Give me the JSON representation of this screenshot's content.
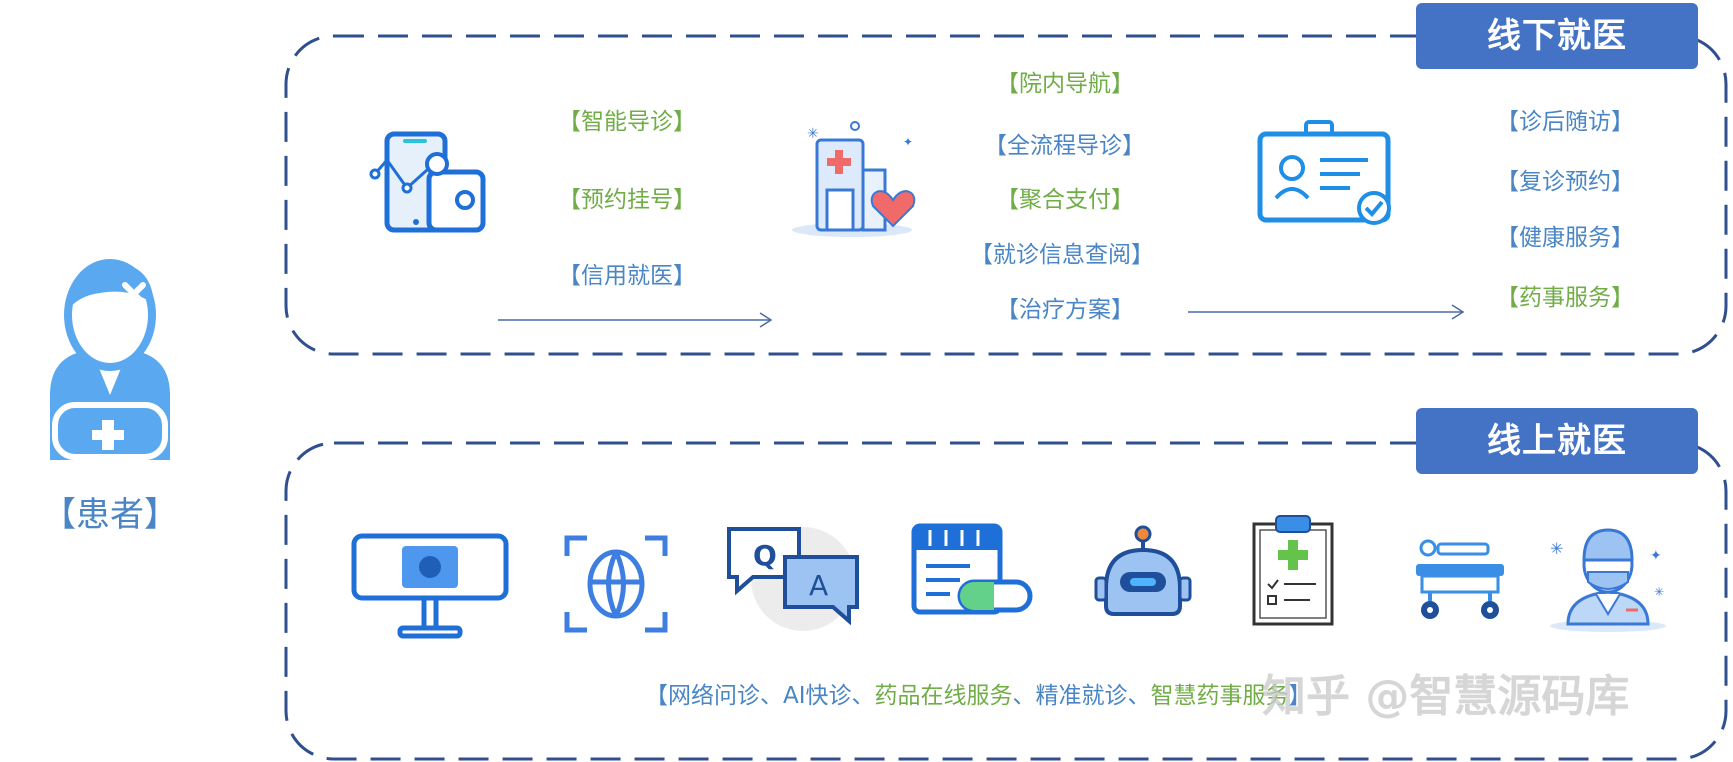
{
  "patient": {
    "label": "【患者】"
  },
  "offline": {
    "title": "线下就医",
    "group1": [
      "【智能导诊】",
      "【预约挂号】",
      "【信用就医】"
    ],
    "group2": [
      "【院内导航】",
      "【全流程导诊】",
      "【聚合支付】",
      "【就诊信息查阅】",
      "【治疗方案】"
    ],
    "group3": [
      "【诊后随访】",
      "【复诊预约】",
      "【健康服务】",
      "【药事服务】"
    ]
  },
  "online": {
    "title": "线上就医",
    "services": {
      "open": "【",
      "s1": "网络问诊",
      "sep1": "、",
      "s2": "AI快诊",
      "sep2": "、",
      "s3": "药品在线服务",
      "sep3": "、",
      "s4": "精准就诊",
      "sep4": "、",
      "s5": "智慧药事服务",
      "close": "】"
    }
  },
  "icons": {
    "offline": [
      "phone-map-icon",
      "hospital-heart-icon",
      "id-card-check-icon"
    ],
    "online": [
      "camera-monitor-icon",
      "face-scan-icon",
      "qa-chat-icon",
      "medicine-box-icon",
      "robot-icon",
      "clipboard-checklist-icon",
      "hospital-bed-icon",
      "doctor-icon"
    ]
  },
  "watermark": "知乎 @智慧源码库",
  "colors": {
    "badge": "#4472c4",
    "dash": "#2f4f8f",
    "green_text": "#70ad47",
    "blue_text": "#4a86c5",
    "icon_blue": "#1f6fd8"
  }
}
